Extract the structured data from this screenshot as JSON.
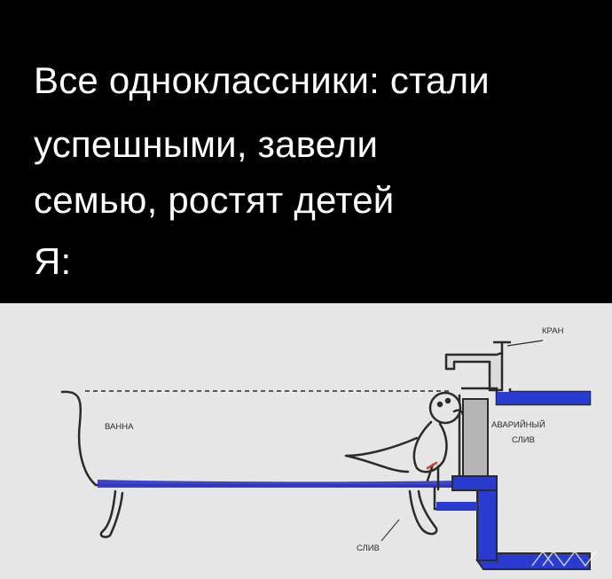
{
  "caption": {
    "lines": [
      "Все одноклассники: стали",
      "успешными, завели",
      "семью, ростят детей",
      "Я:"
    ]
  },
  "drawing": {
    "labels": {
      "tap": "КРАН",
      "bath": "ВАННА",
      "overflow_line1": "АВАРИЙНЫЙ",
      "overflow_line2": "СЛИВ",
      "drain": "СЛИВ"
    },
    "colors": {
      "water": "#2f36c8",
      "pipe": "#2a3bd0",
      "ink": "#2a2a2a",
      "paper": "#e6e6e6",
      "accent": "#d04040"
    },
    "icons": [
      "figure-icon",
      "bathtub-icon",
      "tap-icon",
      "watermark-icon"
    ]
  }
}
